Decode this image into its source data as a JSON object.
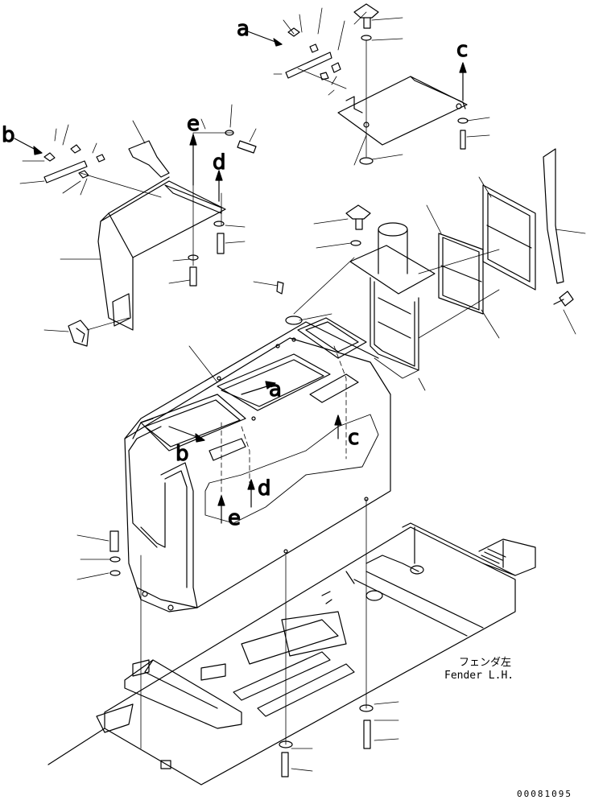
{
  "diagram": {
    "labels": {
      "a": "a",
      "b": "b",
      "c": "c",
      "d": "d",
      "e": "e"
    },
    "caption_jp": "フェンダ左",
    "caption_en": "Fender L.H.",
    "drawing_code": "00081095"
  }
}
